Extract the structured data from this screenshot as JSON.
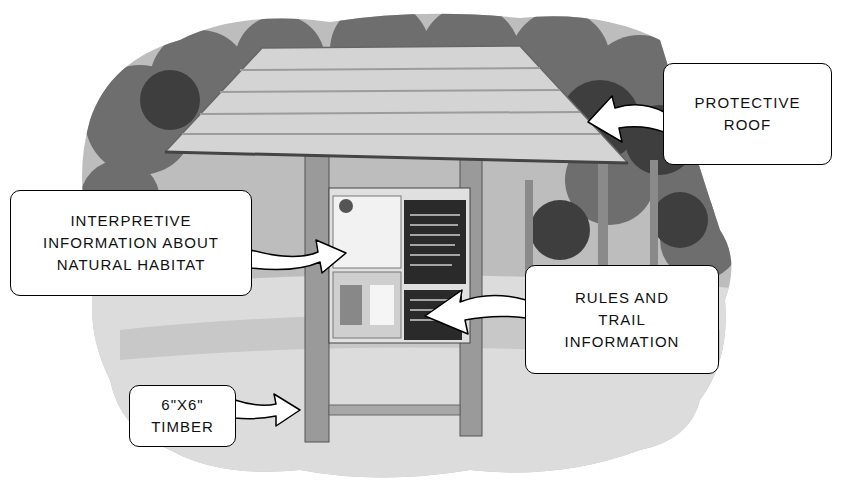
{
  "diagram": {
    "nodes": [
      {
        "text": [
          "PROTECTIVE ROOF"
        ]
      },
      {
        "text": [
          "INTERPRETIVE INFORMATION ABOUT NATURAL HABITAT"
        ]
      },
      {
        "text": [
          "RULES AND TRAIL INFORMATION"
        ]
      },
      {
        "text": [
          "6\"X6\" TIMBER"
        ]
      }
    ]
  }
}
